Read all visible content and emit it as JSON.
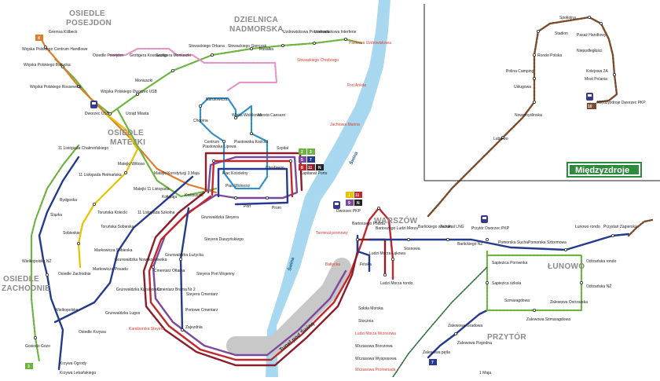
{
  "districts": {
    "posejdon": [
      "OSIEDLE",
      "POSEJDON"
    ],
    "nadmorska": [
      "DZIELNICA",
      "NADMORSKA"
    ],
    "mateji": [
      "OSIEDLE",
      "MATEJKI"
    ],
    "zachodnie": [
      "OSIEDLE",
      "ZACHODNIE"
    ],
    "warszow": "WARSZÓW",
    "lunowo": "ŁUNOWO",
    "przytor": "PRZYTÓR"
  },
  "river": "Świna",
  "tunnel": "Tunel pod Świną",
  "miedzyzdroje": "Międzyzdroje",
  "colors": {
    "green": "#6db33f",
    "blue": "#2f8fc8",
    "navy": "#243a8c",
    "purple": "#7a4a9e",
    "red": "#c0282c",
    "darkred": "#8b1e2a",
    "brown": "#7a4a2a",
    "orange": "#e07b2a",
    "yellow": "#e6c200",
    "pink": "#e596c8",
    "gray": "#b0b0b0",
    "water": "#a8d8f0",
    "mz_green": "#2e8b3e"
  },
  "badges": {
    "l2": "2",
    "l3": "3",
    "l5": "5",
    "l7": "7",
    "l8": "8",
    "l10": "10",
    "l11": "11",
    "ln": "N",
    "l1": "1",
    "l4": "4",
    "l9": "9"
  },
  "stations": {
    "s1": "Gremsa Klilbeck",
    "s2": "Wojska Polskiego Centrum Handlowe",
    "s3": "Wojska Polskiego Bałtycka",
    "s4": "Wojska Polskiego Rossevelta",
    "s5": "Osiedle Posejdon",
    "s6": "Grottgera Kosciuszko",
    "s7": "Grottgera Moniuszki",
    "s8": "Moniuszki",
    "s9": "Wojska Polskiego Dworzec USB",
    "s10": "Dworzec USB",
    "s11": "Urząd Miasta",
    "s12": "Słowackiego Orkana",
    "s13": "Słowackiego Gierczak",
    "s14": "Rusałka",
    "s15": "Uzdrowiskowa Promenada",
    "s16": "Uzdrowiskowa Interferie",
    "s17": "Paskowa Uzdrowiskowa",
    "s18": "Słowackiego Chrobrego",
    "s19": "Fort Anioła",
    "s20": "Jachtowa Marina",
    "s21": "Narutowicza",
    "s22": "Wiska Wolnkowa",
    "s23": "Chopina",
    "s24": "Miesto Caesaro",
    "s25": "Centrum",
    "s26": "Piastowska Lipowa",
    "s27": "Piastowska Kościuł",
    "s28": "Szpital",
    "s29": "Chrobrego",
    "s30": "Kapitanat Portu",
    "s31": "Plac Kościelny",
    "s32": "Plac Wolności",
    "s33": "Port",
    "s34": "Prom",
    "s35": "11 Listopada Chałmońskiego",
    "s36": "Matejki Wittosa",
    "s37": "Matejki Konstytucji 3 Maja",
    "s38": "Matejki 11 Listopada",
    "s39": "Kołłątaja",
    "s40": "Kościuszki",
    "s41": "11 Listopada Heimańska",
    "s42": "Bydgoska",
    "s43": "Ślązka",
    "s44": "Toruńska Kolecki",
    "s45": "Toruńska Sobieska",
    "s46": "11 Listopada Szkolna",
    "s47": "Sobieskie",
    "s48": "Grunwaldzka Steyera",
    "s49": "Steyera Daszyńskiego",
    "s50": "Markowicza Sobieska",
    "s51": "Markowicza Posadu",
    "s52": "Wielkopolska NŻ",
    "s53": "Osiedle Zachodnie",
    "s54": "Grunwaldzka Nowcko-słowika",
    "s55": "Grunwaldzka Łużycka",
    "s56": "Cmentarz Ołtarna",
    "s57": "Steyera Port Wojenny",
    "s58": "Cmentarz Brama Nr 2",
    "s59": "Steyera Cmentarz",
    "s60": "Grunwaldzka Karsiborska",
    "s61": "Wielkopolska",
    "s62": "Grunwaldzka Lugos",
    "s63": "Portowe Cmentarz",
    "s64": "Zajezdnia",
    "s65": "Karsiborska Steyera",
    "s66": "Osiedle Krzywa",
    "s67": "Gosiodo Gozo",
    "s68": "Krzywa Ogrody",
    "s69": "Krzywa Lebańskiego",
    "s70": "Dworzec PKP",
    "s71": "Bartoszego Poszta",
    "s72": "Bartoszego Ludzi Morza",
    "s73": "Terminal promowy",
    "s74": "Bałtycka",
    "s75": "Fińska",
    "s76": "Ludzi Morza Łąkowa",
    "s77": "Ludzi Morza rondo",
    "s78": "Sosnowa",
    "s79": "Barlickiego wiadukt",
    "s80": "Terminal LNG",
    "s81": "Przytór Dworzec PKP",
    "s82": "Barlickiego NŻ",
    "s83": "Pomorska Sucha",
    "s84": "Pomorska Sztormowa",
    "s85": "Łunowo rondo",
    "s86": "Przystań Zagierska",
    "s87": "Odrzańska rondo",
    "s88": "Sapiezica Porownka",
    "s89": "Sapiezica szkoła",
    "s90": "Odrzańska NŻ",
    "s91": "Szmaragdowa",
    "s92": "Zalewowa Ostrzarska",
    "s93": "Zalewowa Szmaragdowa",
    "s94": "Zalewowa Gradowa",
    "s95": "Zalewowa Pogodna",
    "s96": "Zalewowa pętla",
    "s97": "Sołoła Morska",
    "s98": "Stocznia",
    "s99": "Ludzi Morza Wrzosowa",
    "s100": "Wczasowa Brzozowa",
    "s101": "Wczasowa Wysposowa",
    "s102": "Wczasowa Promenada",
    "s103": "1 Maja",
    "s104": "Spokojna",
    "s105": "Stadion",
    "s106": "Pasaż Handlowy",
    "s107": "Rondo Polska",
    "s108": "Niepodległości",
    "s109": "Polina Camping",
    "s110": "Uslugowa",
    "s111": "Kolejowa 2A",
    "s112": "Most Polania",
    "s113": "Międzyzdroje Dworzec PKP",
    "s114": "Nowomyślinska",
    "s115": "Lubiewo"
  }
}
